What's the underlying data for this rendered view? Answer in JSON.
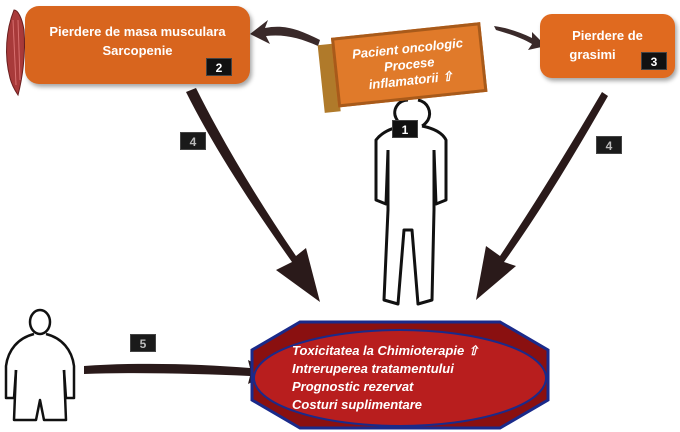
{
  "boxes": {
    "muscle_loss": {
      "line1": "Pierdere de masa musculara",
      "line2": "Sarcopenie",
      "badge": "2"
    },
    "center": {
      "line1": "Pacient oncologic",
      "line2": "Procese",
      "line3": "inflamatorii",
      "arrow": "⇧"
    },
    "fat_loss": {
      "line1": "Pierdere de",
      "line2": "grasimi",
      "badge": "3"
    }
  },
  "badges": {
    "person": "1",
    "left_arrow": "4",
    "right_arrow": "4",
    "bottom_arrow": "5"
  },
  "outcomes": {
    "items": [
      "Toxicitatea la Chimioterapie",
      "Intreruperea tratamentului",
      "Prognostic rezervat",
      "Costuri suplimentare"
    ],
    "arrow": "⇧"
  },
  "colors": {
    "orange": "#d8651e",
    "ellipse_fill": "#b81e1e",
    "ellipse_border": "#1a2a8a",
    "arrow_fill": "#2a1a1a"
  }
}
